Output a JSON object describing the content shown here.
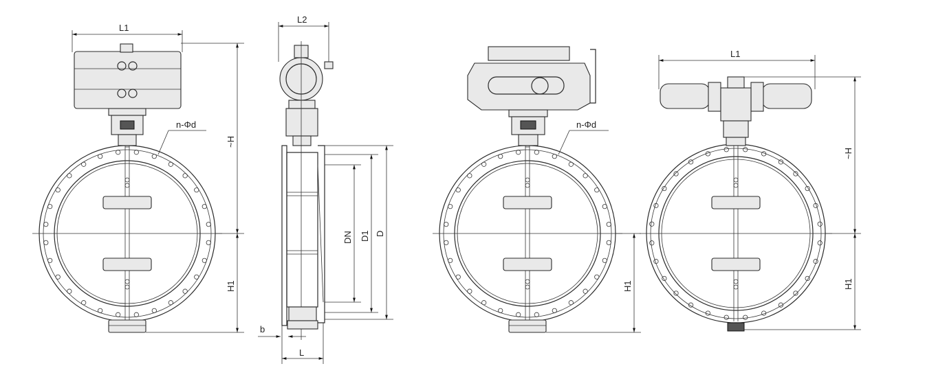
{
  "labels": {
    "v1_l1": "L1",
    "v1_h": "~H",
    "v1_h1": "H1",
    "v1_bolts": "n-Φd",
    "v2_l2": "L2",
    "v2_dn": "DN",
    "v2_d1": "D1",
    "v2_d": "D",
    "v2_b": "b",
    "v2_l": "L",
    "v3_bolts": "n-Φd",
    "v3_h1": "H1",
    "v4_l1": "L1",
    "v4_h": "~H",
    "v4_h1": "H1"
  },
  "colors": {
    "line": "#2a2a2a",
    "background": "#ffffff"
  }
}
